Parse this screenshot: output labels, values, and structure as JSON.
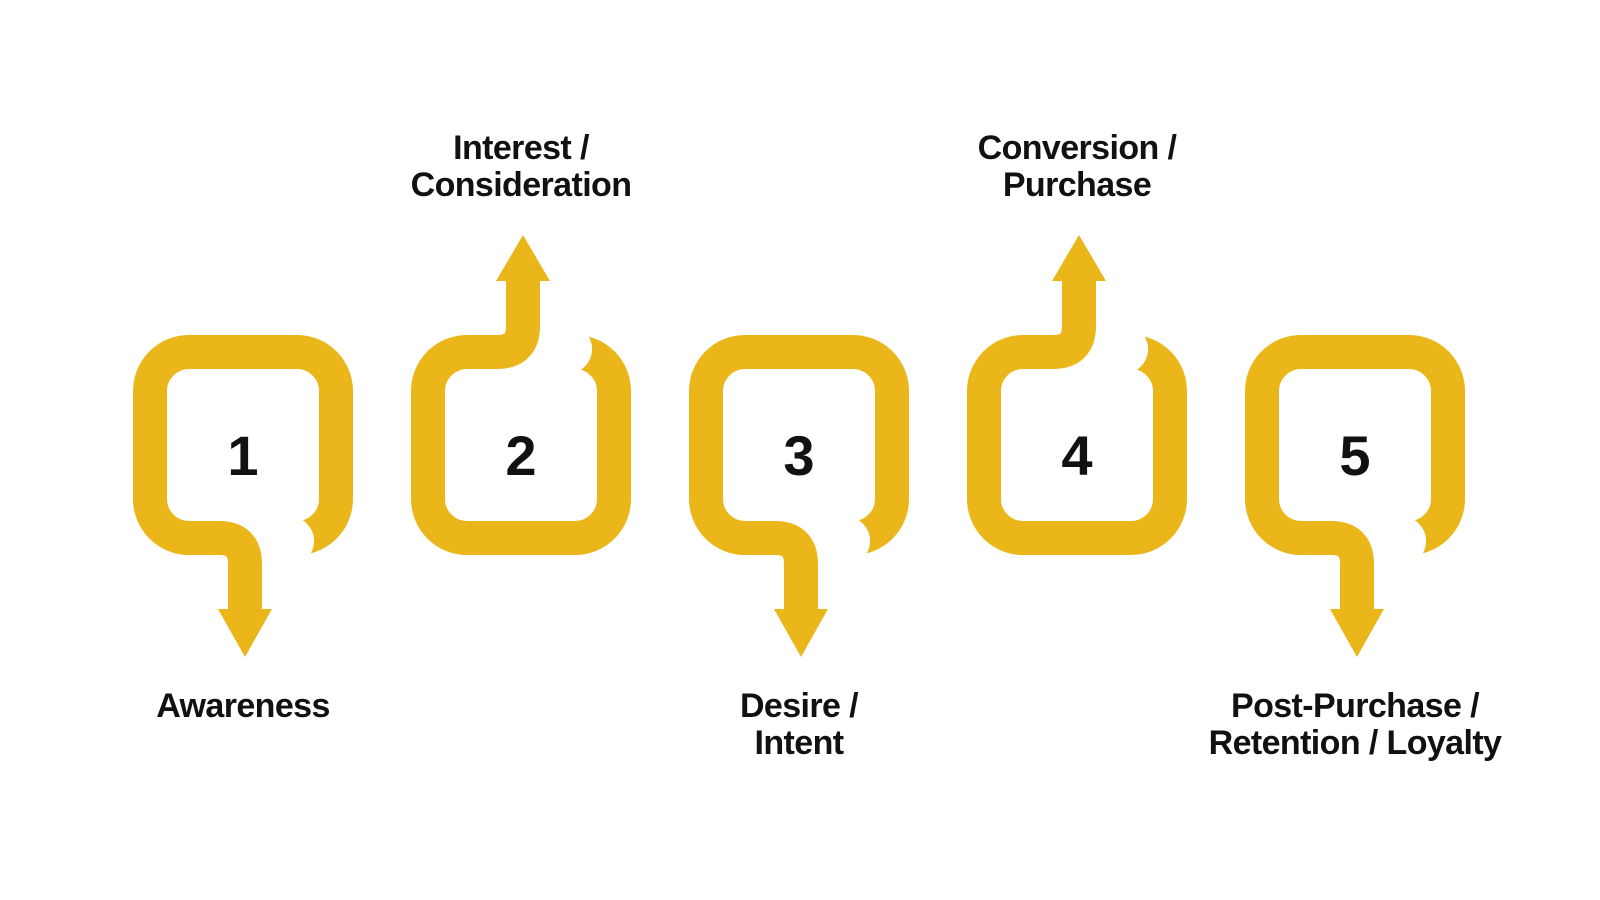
{
  "diagram": {
    "accent_color": "#EAB619",
    "text_color": "#111111",
    "stages": [
      {
        "number": "1",
        "label": "Awareness",
        "label_lines": [
          "Awareness"
        ],
        "label_position": "below",
        "arrow_direction": "down"
      },
      {
        "number": "2",
        "label": "Interest / Consideration",
        "label_lines": [
          "Interest /",
          "Consideration"
        ],
        "label_position": "above",
        "arrow_direction": "up"
      },
      {
        "number": "3",
        "label": "Desire / Intent",
        "label_lines": [
          "Desire /",
          "Intent"
        ],
        "label_position": "below",
        "arrow_direction": "down"
      },
      {
        "number": "4",
        "label": "Conversion / Purchase",
        "label_lines": [
          "Conversion /",
          "Purchase"
        ],
        "label_position": "above",
        "arrow_direction": "up"
      },
      {
        "number": "5",
        "label": "Post-Purchase / Retention / Loyalty",
        "label_lines": [
          "Post-Purchase /",
          "Retention / Loyalty"
        ],
        "label_position": "below",
        "arrow_direction": "down"
      }
    ]
  }
}
